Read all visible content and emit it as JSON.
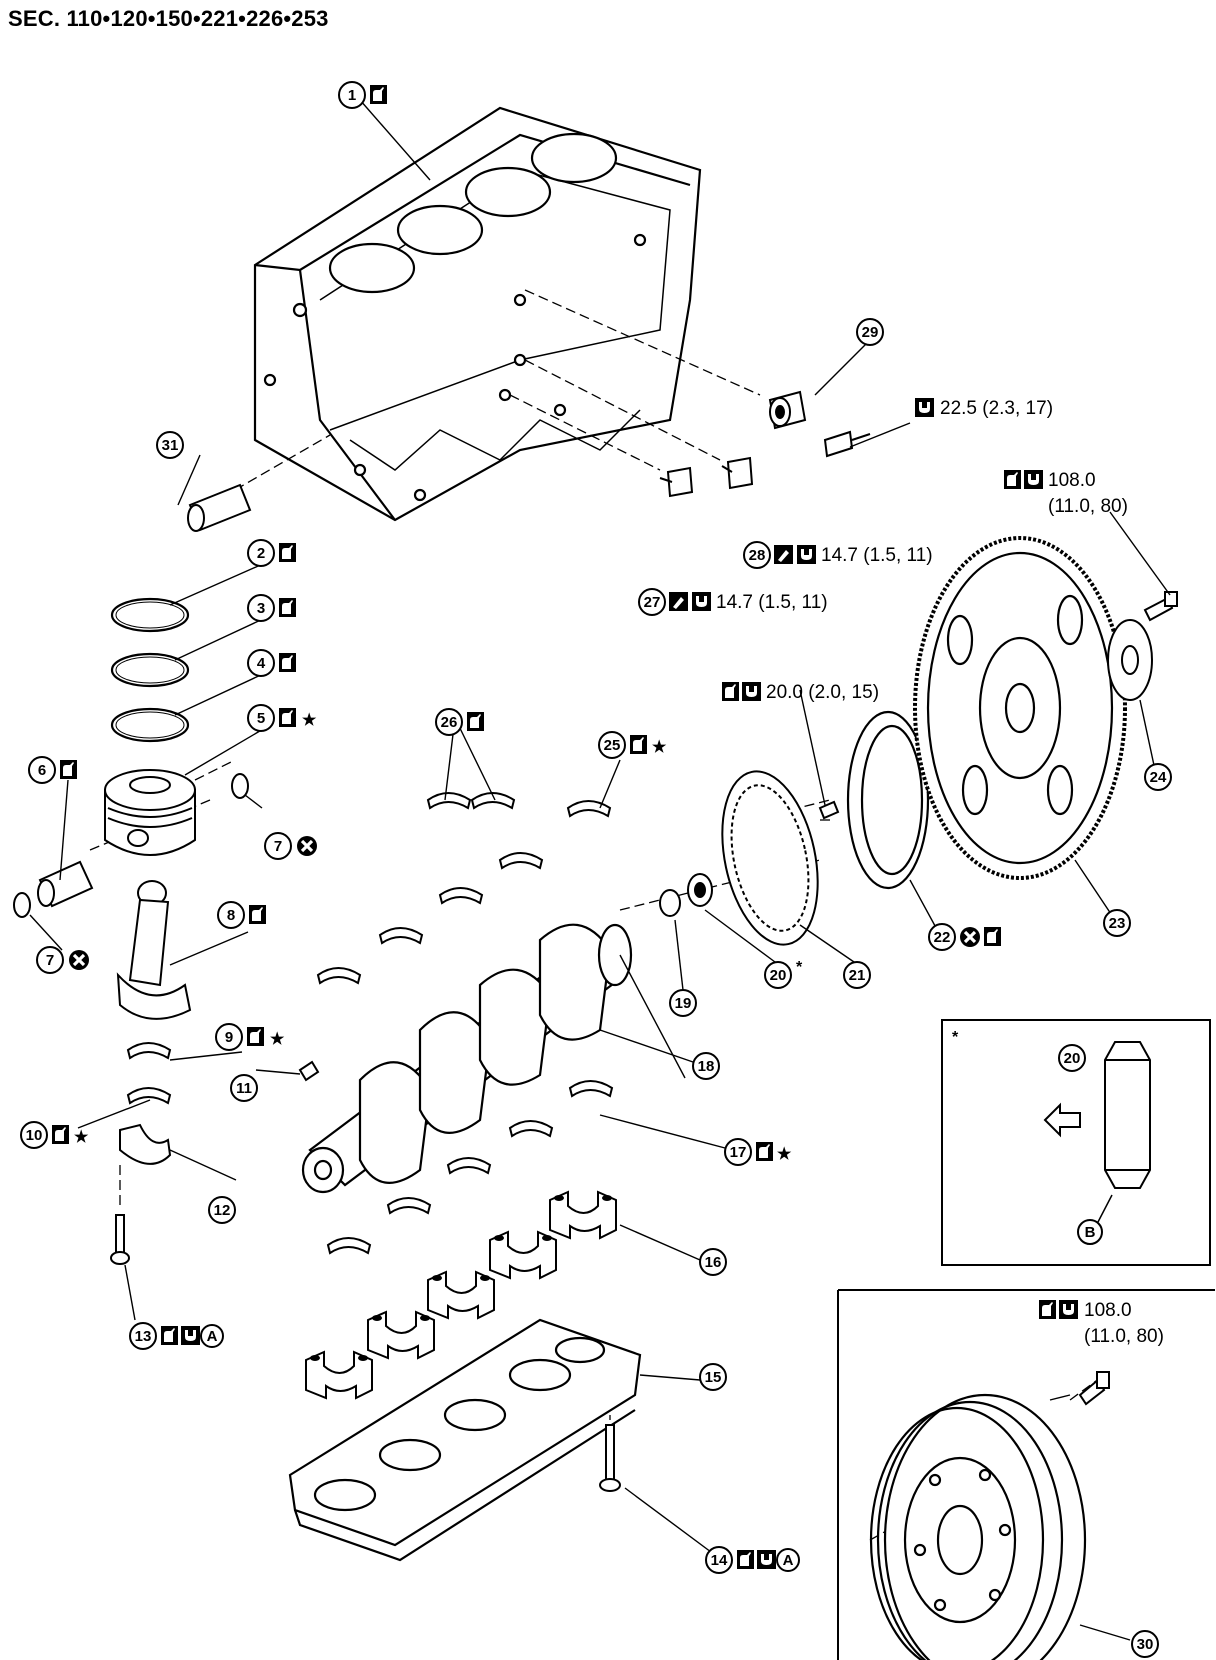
{
  "header": {
    "section": "SEC. 110•120•150•221•226•253"
  },
  "callouts": {
    "c1": "1",
    "c2": "2",
    "c3": "3",
    "c4": "4",
    "c5": "5",
    "c6": "6",
    "c7a": "7",
    "c7b": "7",
    "c8": "8",
    "c9": "9",
    "c10": "10",
    "c11": "11",
    "c12": "12",
    "c13": "13",
    "c14": "14",
    "c15": "15",
    "c16": "16",
    "c17": "17",
    "c18": "18",
    "c19": "19",
    "c20": "20",
    "c20d": "20",
    "c21": "21",
    "c22": "22",
    "c23": "23",
    "c24": "24",
    "c25": "25",
    "c26": "26",
    "c27": "27",
    "c28": "28",
    "c29": "29",
    "c30": "30",
    "c31": "31"
  },
  "torques": {
    "t29": "22.5 (2.3, 17)",
    "t24a": "108.0",
    "t24b": "(11.0, 80)",
    "t28": "14.7 (1.5, 11)",
    "t27": "14.7 (1.5, 11)",
    "t21": "20.0 (2.0, 15)",
    "t30a": "108.0",
    "t30b": "(11.0, 80)"
  },
  "marks": {
    "star": "★",
    "asterisk": "*",
    "A": "A",
    "B": "B"
  },
  "icons": [
    "oil-can-icon",
    "torque-wrench-icon",
    "sealant-icon",
    "do-not-reuse-icon",
    "direction-arrow-icon"
  ]
}
